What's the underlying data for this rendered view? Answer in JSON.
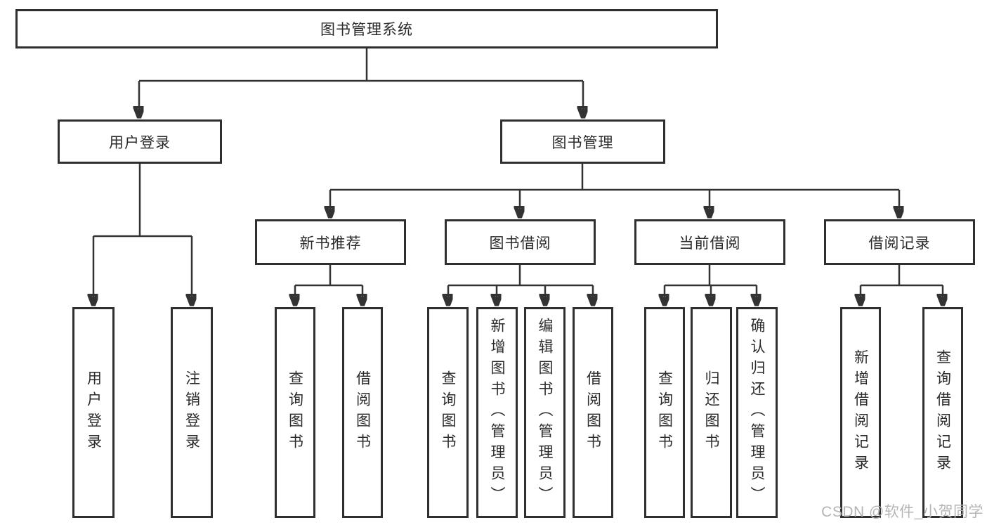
{
  "diagram_type": "functional-structure-tree",
  "colors": {
    "line": "#333333",
    "box_border": "#2f2f2f",
    "box_fill": "#ffffff",
    "text": "#2b2b2b",
    "watermark": "#b5b5b5"
  },
  "tree": {
    "label": "图书管理系统",
    "children": [
      {
        "label": "用户登录",
        "children": [
          {
            "label": "用户登录"
          },
          {
            "label": "注销登录"
          }
        ]
      },
      {
        "label": "图书管理",
        "children": [
          {
            "label": "新书推荐",
            "children": [
              {
                "label": "查询图书"
              },
              {
                "label": "借阅图书"
              }
            ]
          },
          {
            "label": "图书借阅",
            "children": [
              {
                "label": "查询图书"
              },
              {
                "label": "新增图书（管理员）"
              },
              {
                "label": "编辑图书（管理员）"
              },
              {
                "label": "借阅图书"
              }
            ]
          },
          {
            "label": "当前借阅",
            "children": [
              {
                "label": "查询图书"
              },
              {
                "label": "归还图书"
              },
              {
                "label": "确认归还（管理员）"
              }
            ]
          },
          {
            "label": "借阅记录",
            "children": [
              {
                "label": "新增借阅记录"
              },
              {
                "label": "查询借阅记录"
              }
            ]
          }
        ]
      }
    ]
  },
  "watermark": {
    "text": "CSDN @软件_小贺同学"
  }
}
